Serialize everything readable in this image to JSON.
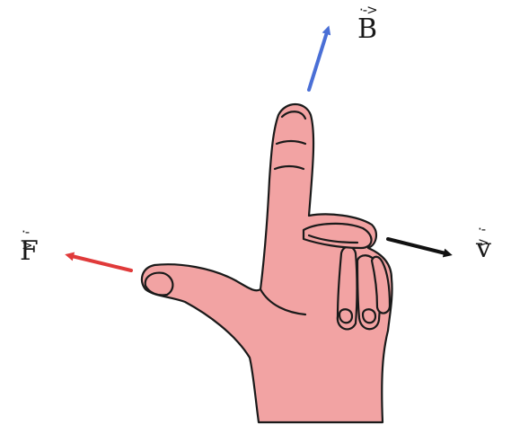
{
  "labels": {
    "force": {
      "letter": "F",
      "arrow_mark": "·->"
    },
    "field": {
      "letter": "B",
      "arrow_mark": "·->"
    },
    "velocity": {
      "letter": "v",
      "arrow_mark": "·->"
    }
  },
  "colors": {
    "force_arrow": "#e03a3a",
    "field_arrow": "#4a6fd6",
    "velocity_arrow": "#111111",
    "skin": "#f2a3a3",
    "outline": "#1a1a1a"
  },
  "icons": {
    "hand": "left-hand-icon"
  }
}
